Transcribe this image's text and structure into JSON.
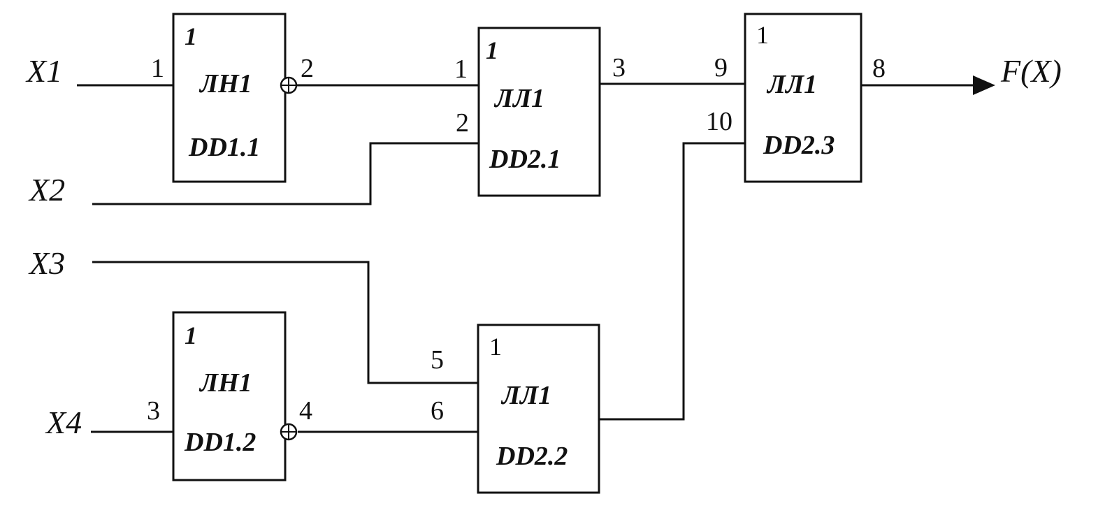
{
  "inputs": {
    "x1": "X1",
    "x2": "X2",
    "x3": "X3",
    "x4": "X4"
  },
  "output": {
    "label": "F(X)"
  },
  "gates": {
    "dd1_1": {
      "symbol": "1",
      "function": "ЛН1",
      "ref": "DD1.1",
      "pin_in": "1",
      "pin_out": "2"
    },
    "dd2_1": {
      "symbol": "1",
      "function": "ЛЛ1",
      "ref": "DD2.1",
      "pin_in_a": "1",
      "pin_in_b": "2",
      "pin_out": "3"
    },
    "dd2_3": {
      "symbol": "1",
      "function": "ЛЛ1",
      "ref": "DD2.3",
      "pin_in_a": "9",
      "pin_in_b": "10",
      "pin_out": "8"
    },
    "dd1_2": {
      "symbol": "1",
      "function": "ЛН1",
      "ref": "DD1.2",
      "pin_in": "3",
      "pin_out": "4"
    },
    "dd2_2": {
      "symbol": "1",
      "function": "ЛЛ1",
      "ref": "DD2.2",
      "pin_in_a": "5",
      "pin_in_b": "6"
    }
  }
}
